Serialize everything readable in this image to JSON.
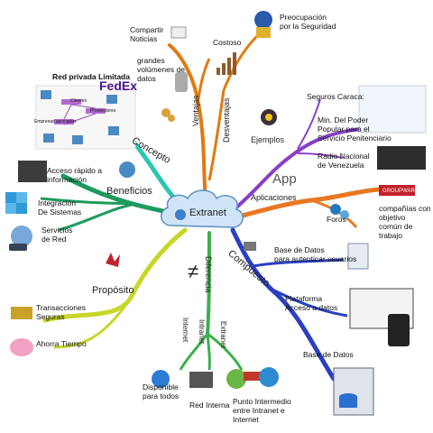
{
  "center": {
    "label": "Extranet"
  },
  "branches": {
    "concepto": {
      "label": "Concepto",
      "heading": "Red privada Limitada",
      "brand": "FedEx",
      "nodes": [
        "Clientes",
        "Proveedores",
        "Empresas asociadas"
      ]
    },
    "beneficios": {
      "label": "Beneficios",
      "items": [
        "Acceso rápido a\ninformación",
        "Integración\nDe Sistemas",
        "Servicios\nde Red"
      ]
    },
    "proposito": {
      "label": "Propósito",
      "items": [
        "Transacciones\nSeguras",
        "Ahorra Tiempo"
      ]
    },
    "ventajas": {
      "label": "Ventajas",
      "items": [
        "Compartir\nNoticias",
        "grandes\nvolúmenes de\ndatos"
      ]
    },
    "desventajas": {
      "label": "Desventajas",
      "items": [
        "Costoso",
        "Preocupación\npor la Seguridad"
      ]
    },
    "ejemplos": {
      "label": "Ejemplos",
      "heading": "Seguros Caraca:",
      "items": [
        "Min. Del Poder\nPopular para el\nServicio Penitenciario",
        "Radio Nacional\nde Venezuela"
      ]
    },
    "aplicaciones": {
      "label": "Aplicaciones",
      "app_word": "App",
      "logo": "GROUPWARE",
      "items": [
        "Foros",
        "compañías con\nobjetivo\ncomún de trabajo"
      ]
    },
    "compuesto": {
      "label": "Compuesto",
      "items": [
        "Base de Datos\npara autenticar usuarios",
        "Plataforma\nAcceso a datos",
        "Base de Datos"
      ]
    },
    "diferencia": {
      "label": "Diferencia",
      "symbol": "≠",
      "sub_labels": [
        "Internet",
        "Intranet",
        "Extranet"
      ],
      "items": [
        "Disponible\npara todos",
        "Red Interna",
        "Punto Intermedio\nentre Intranet e\nInternet"
      ]
    }
  },
  "colors": {
    "concepto": "#2cc6b0",
    "beneficios": "#1d9a5e",
    "proposito": "#c8d62a",
    "ventajas": "#e07a10",
    "ejemplos": "#8a3fc6",
    "aplicaciones": "#e87722",
    "compuesto": "#2b3fc2",
    "diferencia": "#3cb04a",
    "center": "#cfe4f7"
  }
}
